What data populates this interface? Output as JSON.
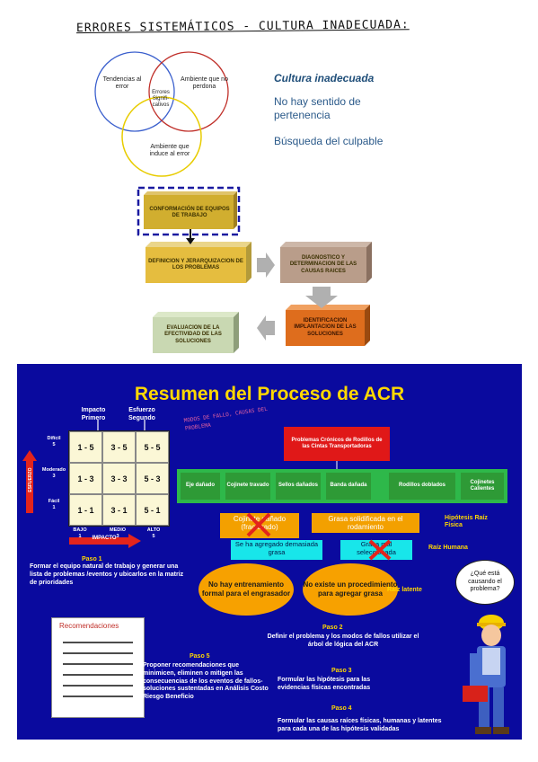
{
  "title": "ERRORES SISTEMÁTICOS - CULTURA INADECUADA:",
  "venn": {
    "left": "Tendencias al error",
    "right": "Ambiente que no perdona",
    "bottom": "Ambiente que induce al error",
    "center": "Errores Signifi-cativos"
  },
  "culture": {
    "heading": "Cultura inadecuada",
    "items": [
      "No hay sentido de pertenencia",
      "Búsqueda del culpable"
    ]
  },
  "process": {
    "step1": "CONFORMACIÓN DE EQUIPOS DE TRABAJO",
    "step2": "DEFINICION Y JERARQUIZACION DE LOS PROBLEMAS",
    "step3": "DIAGNOSTICO Y DETERMINACION DE LAS CAUSAS RAICES",
    "step4": "IDENTIFICACION IMPLANTACION DE LAS SOLUCIONES",
    "step5": "EVALUACION DE LA EFECTIVIDAD DE LAS SOLUCIONES"
  },
  "slide": {
    "title": "Resumen del Proceso de ACR",
    "matrix": {
      "col1_head": "Impacto Primero",
      "col2_head": "Esfuerzo Segundo",
      "rows": [
        [
          "1 - 5",
          "3 - 5",
          "5 - 5"
        ],
        [
          "1 - 3",
          "3 - 3",
          "5 - 3"
        ],
        [
          "1 - 1",
          "3 - 1",
          "5 - 1"
        ]
      ],
      "y_labels": [
        [
          "Difícil",
          "5"
        ],
        [
          "Moderado",
          "3"
        ],
        [
          "Fácil",
          "1"
        ]
      ],
      "x_labels": [
        [
          "BAJO",
          "1"
        ],
        [
          "MEDIO",
          "3"
        ],
        [
          "ALTO",
          "5"
        ]
      ],
      "y_axis": "ESFUERZO",
      "x_axis": "IMPACTO"
    },
    "handnote": "MODOS DE FALLO, CAUSAS DEL PROBLEMA",
    "problem": "Problemas Crónicos de Rodillos de las Cintas Transportadoras",
    "modes": [
      "Eje dañado",
      "Cojinete travado",
      "Sellos dañados",
      "Banda dañada",
      "Rodillos doblados",
      "Cojinetes Calientes"
    ],
    "hyp1": "Cojinete dañado (fracturado)",
    "hyp2": "Grasa solidificada en el rodamiento",
    "hyp_label": "Hipótesis Raíz Física",
    "human1": "Se ha agregado demasiada grasa",
    "human2": "Grasa mal seleccionada",
    "human_label": "Raíz Humana",
    "latent1": "No hay entrenamiento formal para el engrasador",
    "latent2": "No existe un procedimiento para agregar grasa",
    "latent_label": "Raíz latente",
    "bubble": "¿Qué está causando el problema?",
    "reco": "Recomendaciones",
    "paso1_h": "Paso 1",
    "paso1": "Formar el equipo natural de trabajo y generar una lista de problemas /eventos y ubicarlos en la matriz de prioridades",
    "paso2_h": "Paso 2",
    "paso2": "Definir el problema y los modos de fallos utilizar el árbol de lógica del ACR",
    "paso3_h": "Paso 3",
    "paso3": "Formular las hipótesis para las evidencias físicas encontradas",
    "paso4_h": "Paso 4",
    "paso4": "Formular las causas raíces físicas, humanas y latentes para cada una de las hipótesis validadas",
    "paso5_h": "Paso 5",
    "paso5": "Proponer recomendaciones que minimicen, eliminen o mitigen las consecuencias de los eventos de fallos- soluciones sustentadas en Análisis Costo Riesgo Beneficio"
  }
}
